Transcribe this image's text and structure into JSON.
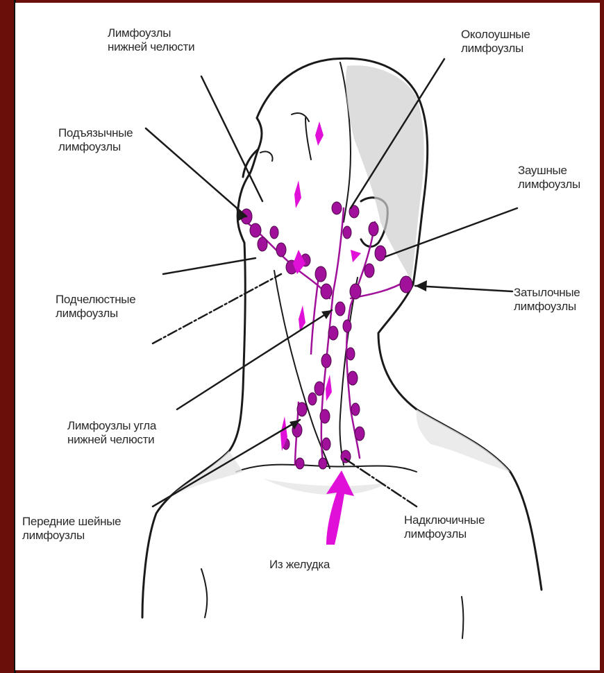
{
  "colors": {
    "node": "#a0109a",
    "arrow": "#e010d8",
    "line": "#1a1a1a",
    "frame": "#6a0f0a"
  },
  "labels": {
    "mandible_nodes": {
      "line1": "Лимфоузлы",
      "line2": "нижней челюсти"
    },
    "parotid_nodes": {
      "line1": "Околоушные",
      "line2": "лимфоузлы"
    },
    "sublingual_nodes": {
      "line1": "Подъязычные",
      "line2": "лимфоузлы"
    },
    "retroauricular_nodes": {
      "line1": "Заушные",
      "line2": "лимфоузлы"
    },
    "submandibular_nodes": {
      "line1": "Подчелюстные",
      "line2": "лимфоузлы"
    },
    "occipital_nodes": {
      "line1": "Затылочные",
      "line2": "лимфоузлы"
    },
    "jaw_angle_nodes": {
      "line1": "Лимфоузлы угла",
      "line2": "нижней челюсти"
    },
    "anterior_cervical_nodes": {
      "line1": "Передние шейные",
      "line2": "лимфоузлы"
    },
    "supraclavicular_nodes": {
      "line1": "Надключичные",
      "line2": "лимфоузлы"
    },
    "from_stomach": {
      "line1": "Из желудка"
    }
  }
}
